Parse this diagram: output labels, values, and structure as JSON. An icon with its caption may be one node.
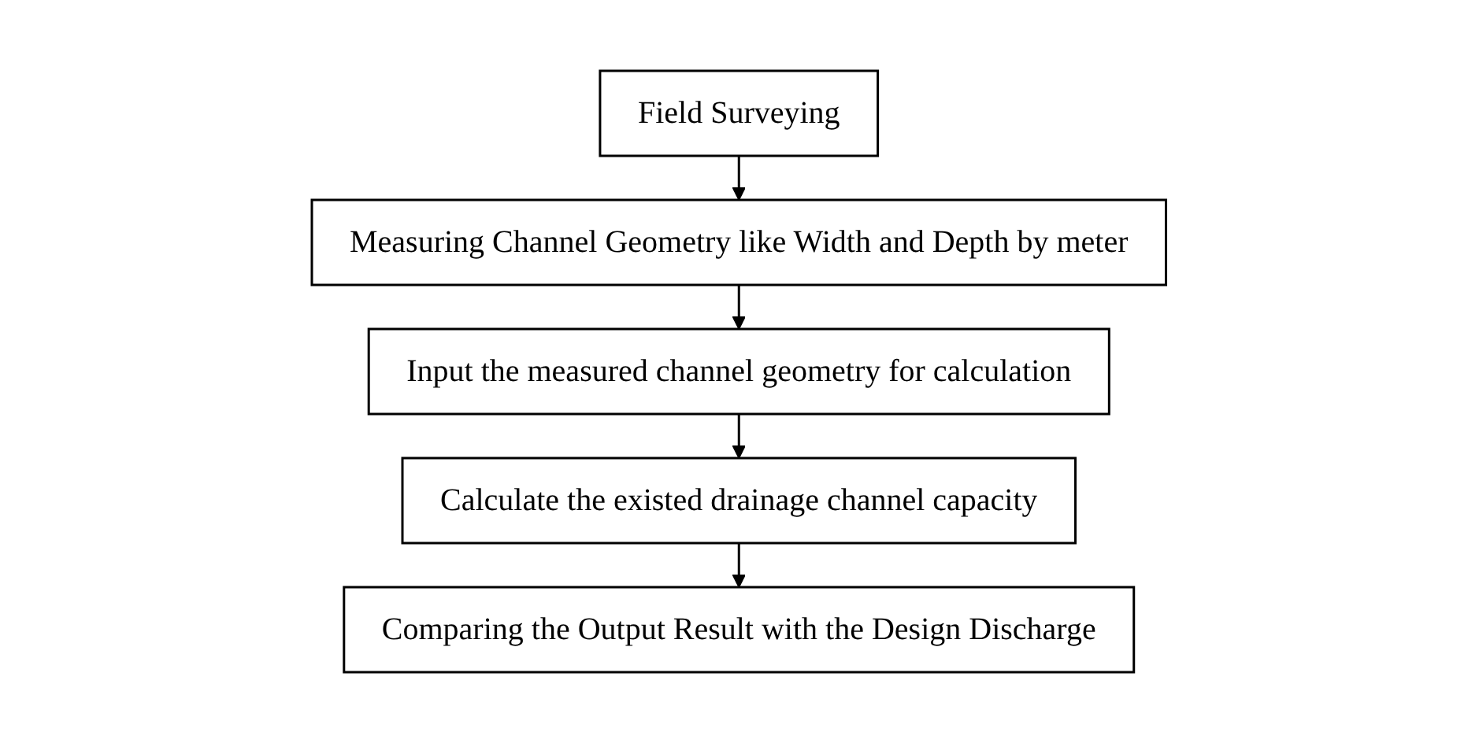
{
  "diagram": {
    "nodes": [
      {
        "text": [
          "Field Surveying"
        ]
      },
      {
        "text": [
          "Measuring Channel Geometry like Width and Depth by meter"
        ]
      },
      {
        "text": [
          "Input the measured channel geometry for calculation"
        ]
      },
      {
        "text": [
          "Calculate the existed drainage channel capacity"
        ]
      },
      {
        "text": [
          "Comparing the Output Result with the Design Discharge"
        ]
      }
    ],
    "edges": [
      {
        "from": 0,
        "to": 1,
        "arrow": "to"
      },
      {
        "from": 1,
        "to": 2,
        "arrow": "to"
      },
      {
        "from": 2,
        "to": 3,
        "arrow": "to"
      },
      {
        "from": 3,
        "to": 4,
        "arrow": "to"
      }
    ]
  }
}
